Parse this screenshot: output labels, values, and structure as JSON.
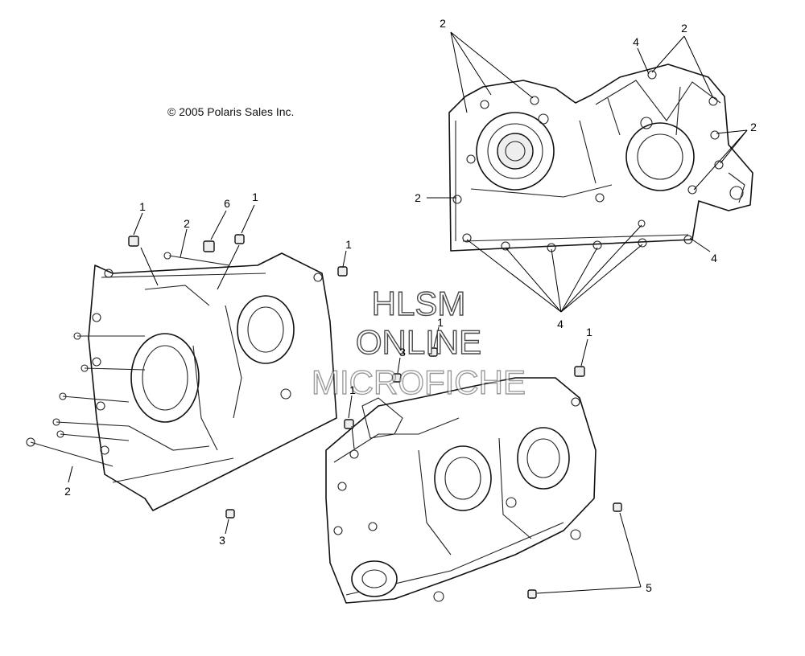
{
  "copyright": "© 2005 Polaris Sales Inc.",
  "watermark": {
    "line1": "HLSM",
    "line2": "ONLINE",
    "line3": "MICROFICHE"
  },
  "callouts": {
    "c1a": "1",
    "c1b": "1",
    "c1c": "1",
    "c1d": "1",
    "c1e": "1",
    "c1f": "1",
    "c2a": "2",
    "c2b": "2",
    "c2c": "2",
    "c2d": "2",
    "c2e": "2",
    "c2f": "2",
    "c3a": "3",
    "c3b": "3",
    "c4a": "4",
    "c4b": "4",
    "c4c": "4",
    "c5": "5",
    "c6": "6"
  }
}
